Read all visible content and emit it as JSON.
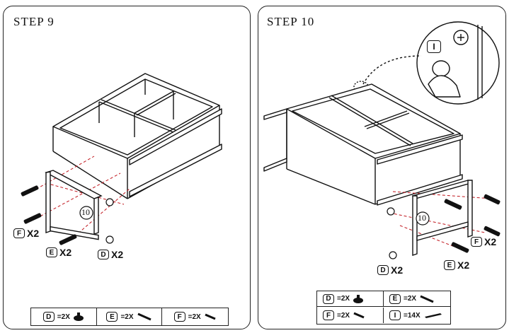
{
  "step9": {
    "title": "STEP  9",
    "step_number": "10",
    "labels": {
      "f": "F",
      "f_qty": "X2",
      "e": "E",
      "e_qty": "X2",
      "d": "D",
      "d_qty": "X2"
    },
    "legend": [
      {
        "letter": "D",
        "qty": "=2X",
        "icon": "cam-lock-icon"
      },
      {
        "letter": "E",
        "qty": "=2X",
        "icon": "long-screw-icon"
      },
      {
        "letter": "F",
        "qty": "=2X",
        "icon": "short-screw-icon"
      }
    ]
  },
  "step10": {
    "title": "STEP  10",
    "step_number": "10",
    "labels": {
      "f": "F",
      "f_qty": "X2",
      "e": "E",
      "e_qty": "X2",
      "d": "D",
      "d_qty": "X2",
      "i": "I"
    },
    "legend": [
      {
        "letter": "D",
        "qty": "=2X",
        "icon": "cam-lock-icon"
      },
      {
        "letter": "E",
        "qty": "=2X",
        "icon": "long-screw-icon"
      },
      {
        "letter": "F",
        "qty": "=2X",
        "icon": "short-screw-icon"
      },
      {
        "letter": "I",
        "qty": "=14X",
        "icon": "cover-sticker-icon"
      }
    ]
  }
}
